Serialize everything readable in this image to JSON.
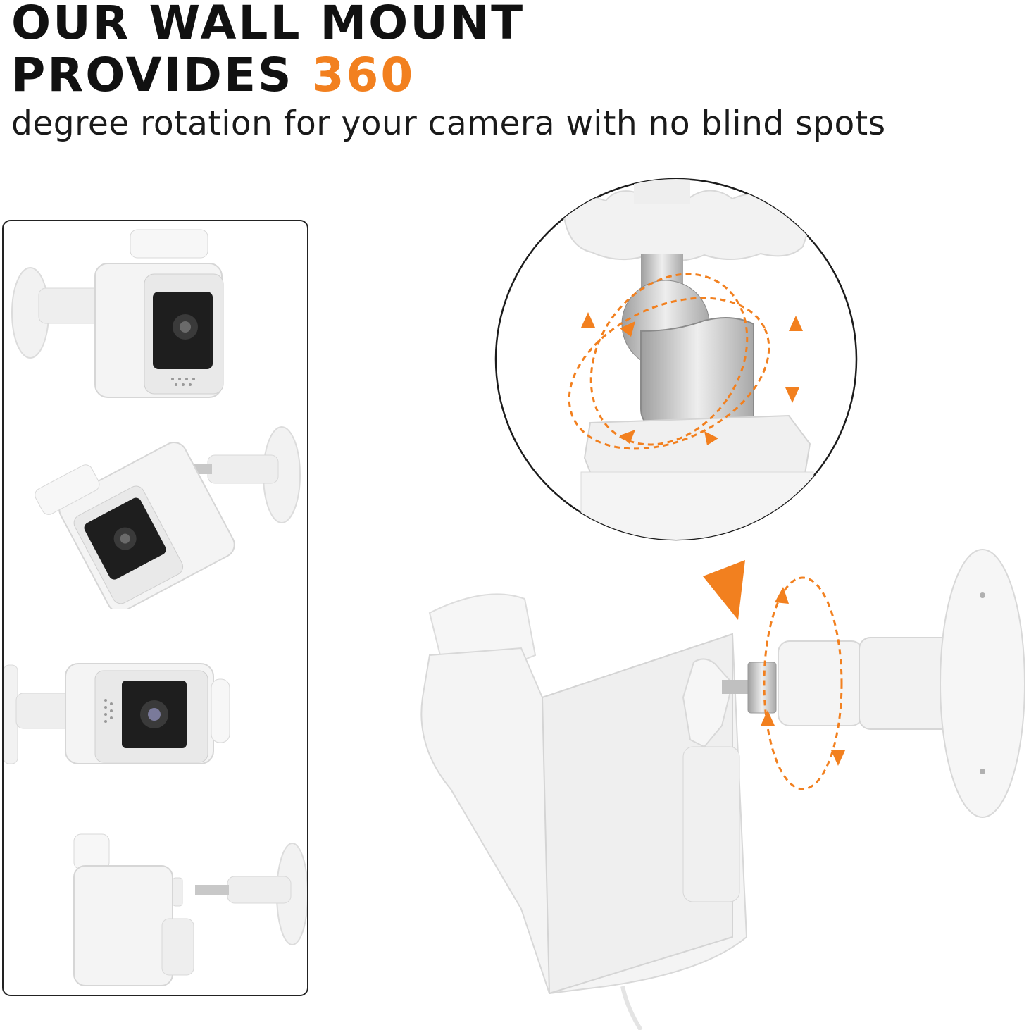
{
  "headline": {
    "line1": "OUR WALL MOUNT",
    "line2_prefix": "PROVIDES",
    "line2_accent": "360",
    "subline": "degree rotation for your camera with no blind spots"
  },
  "colors": {
    "accent": "#f2801f",
    "text": "#111111",
    "border": "#222222",
    "product": "#f3f3f3",
    "metal": "#c8c8c8"
  },
  "illustrations": {
    "panel_views": [
      "camera-front-left-mount",
      "camera-tilted-right-mount",
      "camera-front-low-mount",
      "camera-side-right-mount"
    ],
    "detail": "ball-joint-360-rotation",
    "main": "camera-mount-side-view"
  }
}
